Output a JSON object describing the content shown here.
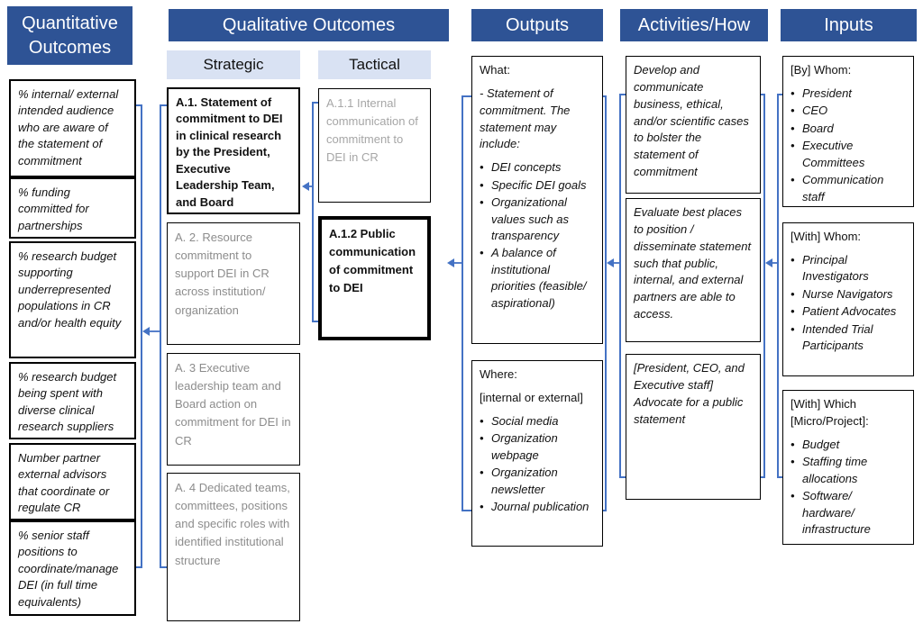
{
  "columns": {
    "quantitative": {
      "header": "Quantitative Outcomes",
      "boxes": [
        "% internal/ external intended audience who are aware of the statement of commitment",
        "% funding committed for partnerships",
        "% research budget supporting underrepresented populations in CR and/or health equity",
        "% research budget being spent with diverse clinical research suppliers",
        "Number partner external advisors that coordinate or regulate CR",
        "% senior staff positions to coordinate/manage DEI (in full time equivalents)"
      ]
    },
    "qualitative": {
      "header": "Qualitative Outcomes",
      "strategic": {
        "header": "Strategic",
        "boxes": [
          "A.1. Statement of commitment to DEI in clinical research by the President, Executive Leadership Team, and Board",
          "A. 2. Resource commitment to support DEI in CR across institution/ organization",
          "A. 3 Executive leadership team and Board action on commitment for DEI in CR",
          "A. 4 Dedicated teams, committees, positions and specific roles with identified institutional structure"
        ]
      },
      "tactical": {
        "header": "Tactical",
        "boxes": [
          "A.1.1 Internal communication of commitment to DEI in CR",
          "A.1.2 Public communication of commitment to DEI"
        ]
      }
    },
    "outputs": {
      "header": "Outputs",
      "boxes": [
        {
          "title": "What:",
          "intro": "- Statement of commitment. The statement may include:",
          "bullets": [
            "DEI concepts",
            "Specific DEI goals",
            "Organizational values such as transparency",
            "A balance of institutional priorities (feasible/ aspirational)"
          ]
        },
        {
          "title": "Where:",
          "intro": "[internal or external]",
          "bullets": [
            "Social media",
            "Organization webpage",
            "Organization newsletter",
            "Journal publication"
          ]
        }
      ]
    },
    "activities": {
      "header": "Activities/How",
      "boxes": [
        "Develop and communicate business, ethical, and/or scientific cases to bolster the statement of commitment",
        "Evaluate best places to position / disseminate statement such that public, internal, and external partners are able to access.",
        "[President, CEO, and Executive staff] Advocate  for a public statement"
      ]
    },
    "inputs": {
      "header": "Inputs",
      "boxes": [
        {
          "title": "[By] Whom:",
          "bullets": [
            "President",
            "CEO",
            "Board",
            "Executive Committees",
            "Communication staff"
          ]
        },
        {
          "title": "[With] Whom:",
          "bullets": [
            "Principal Investigators",
            "Nurse Navigators",
            "Patient Advocates",
            "Intended Trial Participants"
          ]
        },
        {
          "title": "[With] Which [Micro/Project]:",
          "bullets": [
            "Budget",
            "Staffing time allocations",
            "Software/ hardware/ infrastructure"
          ]
        }
      ]
    }
  },
  "colors": {
    "header_bg": "#2E5395",
    "header_text": "#FFFFFF",
    "subheader_bg": "#D9E2F3",
    "connector": "#4472C4",
    "box_border": "#000000",
    "muted_text": "#8C8C8C",
    "muted_text_light": "#A6A6A6"
  }
}
